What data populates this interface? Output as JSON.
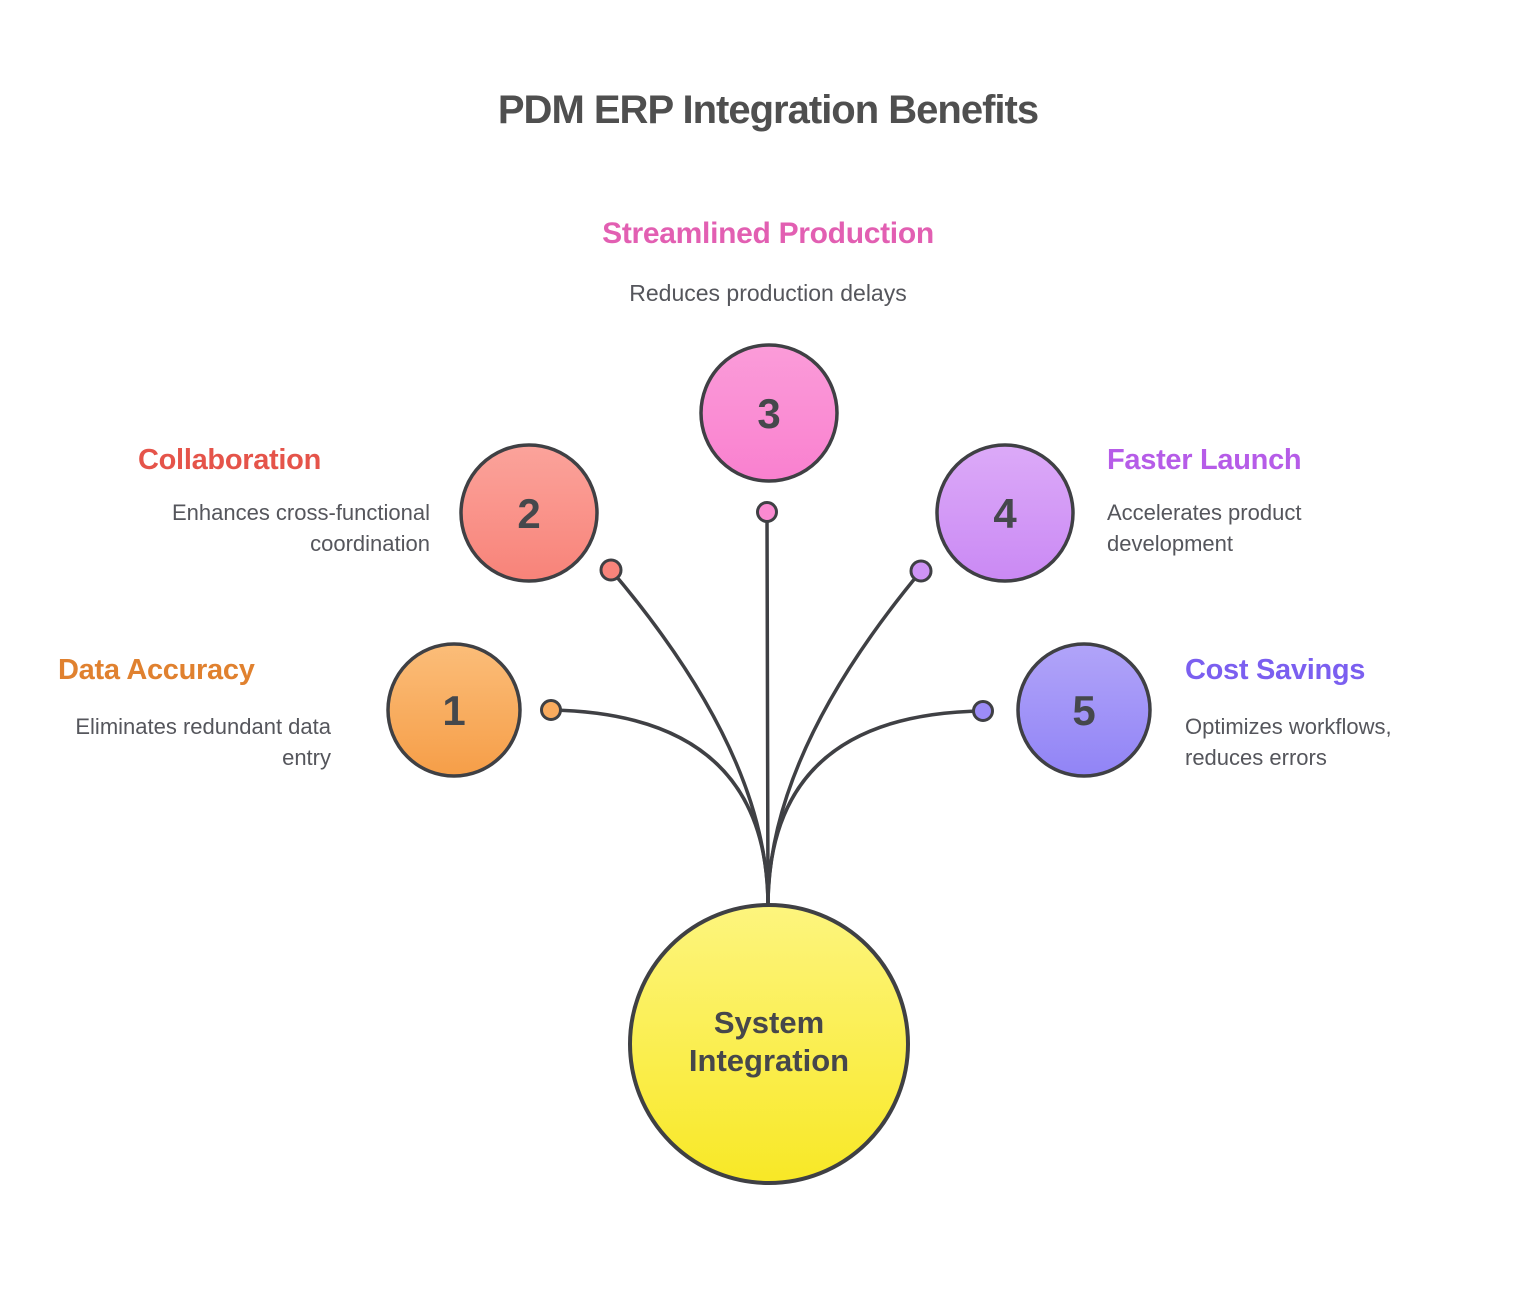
{
  "page_title": "PDM ERP Integration Benefits",
  "hub": {
    "label": "System Integration",
    "fill_top": "#fdf57e",
    "fill_bottom": "#f8e826",
    "border": "#3f4044"
  },
  "benefits": [
    {
      "number": "1",
      "title": "Data Accuracy",
      "description": "Eliminates redundant data entry",
      "accent": "#e0812f",
      "circle_top": "#fbbd79",
      "circle_bottom": "#f69e48",
      "dot": "#f9ab5e"
    },
    {
      "number": "2",
      "title": "Collaboration",
      "description": "Enhances cross-functional coordination",
      "accent": "#e5544a",
      "circle_top": "#fba39b",
      "circle_bottom": "#f88379",
      "dot": "#f9847b"
    },
    {
      "number": "3",
      "title": "Streamlined Production",
      "description": "Reduces production delays",
      "accent": "#e25fb2",
      "circle_top": "#fb9cd9",
      "circle_bottom": "#f980cf",
      "dot": "#fa8ad1"
    },
    {
      "number": "4",
      "title": "Faster Launch",
      "description": "Accelerates product development",
      "accent": "#b65ce8",
      "circle_top": "#dcaaf8",
      "circle_bottom": "#ca89f4",
      "dot": "#cf94f5"
    },
    {
      "number": "5",
      "title": "Cost Savings",
      "description": "Optimizes workflows, reduces errors",
      "accent": "#7b5ff0",
      "circle_top": "#b1a4f9",
      "circle_bottom": "#9184f6",
      "dot": "#9c8cf7"
    }
  ],
  "colors": {
    "title_text": "#4f4f4f",
    "body_text": "#55565c",
    "stroke": "#3f4044",
    "background": "#ffffff"
  }
}
